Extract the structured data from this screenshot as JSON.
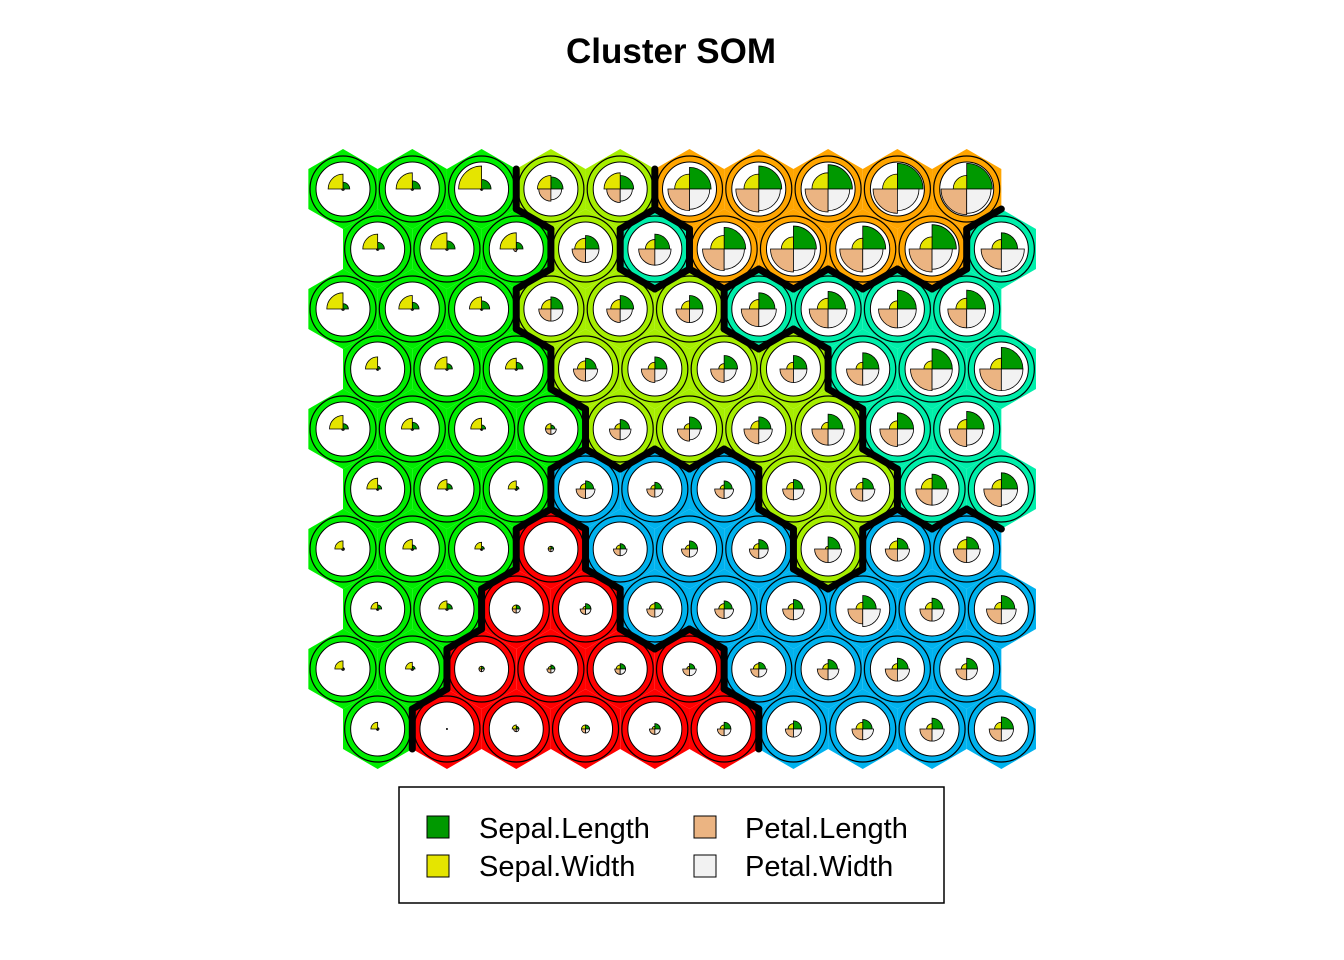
{
  "chart_data": {
    "type": "som-codes",
    "title": "Cluster SOM",
    "grid": {
      "xdim": 10,
      "ydim": 10,
      "topology": "hexagonal"
    },
    "variables": [
      "Sepal.Length",
      "Sepal.Width",
      "Petal.Length",
      "Petal.Width"
    ],
    "segment_colors": {
      "Sepal.Length": "#009900",
      "Sepal.Width": "#e5e500",
      "Petal.Length": "#ebb482",
      "Petal.Width": "#f2f2f2"
    },
    "cluster_colors": {
      "1": "#00ee00",
      "2": "#a6ee00",
      "3": "#ffa500",
      "4": "#00eeaa",
      "5": "#00b2ee",
      "6": "#ff0000"
    },
    "clusters_top_to_bottom": [
      [
        1,
        1,
        1,
        2,
        2,
        3,
        3,
        3,
        3,
        3
      ],
      [
        1,
        1,
        1,
        2,
        4,
        3,
        3,
        3,
        3,
        4
      ],
      [
        1,
        1,
        1,
        2,
        2,
        2,
        4,
        4,
        4,
        4
      ],
      [
        1,
        1,
        1,
        2,
        2,
        2,
        2,
        4,
        4,
        4
      ],
      [
        1,
        1,
        1,
        1,
        2,
        2,
        2,
        2,
        4,
        4
      ],
      [
        1,
        1,
        1,
        5,
        5,
        5,
        2,
        2,
        4,
        4
      ],
      [
        1,
        1,
        1,
        6,
        5,
        5,
        5,
        2,
        5,
        5
      ],
      [
        1,
        1,
        6,
        6,
        5,
        5,
        5,
        5,
        5,
        5
      ],
      [
        1,
        1,
        6,
        6,
        6,
        6,
        5,
        5,
        5,
        5
      ],
      [
        1,
        6,
        6,
        6,
        6,
        6,
        5,
        5,
        5,
        5
      ]
    ],
    "codes_top_to_bottom": [
      [
        [
          0.25,
          0.55,
          0.05,
          0.05
        ],
        [
          0.3,
          0.6,
          0.05,
          0.05
        ],
        [
          0.35,
          0.85,
          0.05,
          0.05
        ],
        [
          0.45,
          0.5,
          0.45,
          0.4
        ],
        [
          0.5,
          0.6,
          0.5,
          0.45
        ],
        [
          0.8,
          0.55,
          0.8,
          0.75
        ],
        [
          0.85,
          0.55,
          0.85,
          0.8
        ],
        [
          0.9,
          0.6,
          0.85,
          0.8
        ],
        [
          0.95,
          0.55,
          0.9,
          0.8
        ],
        [
          0.95,
          0.5,
          0.95,
          0.9
        ]
      ],
      [
        [
          0.25,
          0.55,
          0.05,
          0.05
        ],
        [
          0.3,
          0.6,
          0.05,
          0.05
        ],
        [
          0.25,
          0.6,
          0.1,
          0.05
        ],
        [
          0.5,
          0.4,
          0.5,
          0.5
        ],
        [
          0.55,
          0.35,
          0.6,
          0.6
        ],
        [
          0.8,
          0.5,
          0.8,
          0.75
        ],
        [
          0.85,
          0.45,
          0.85,
          0.8
        ],
        [
          0.85,
          0.4,
          0.85,
          0.75
        ],
        [
          0.9,
          0.45,
          0.85,
          0.75
        ],
        [
          0.6,
          0.35,
          0.75,
          0.85
        ]
      ],
      [
        [
          0.2,
          0.6,
          0.05,
          0.05
        ],
        [
          0.25,
          0.5,
          0.05,
          0.05
        ],
        [
          0.3,
          0.45,
          0.05,
          0.05
        ],
        [
          0.45,
          0.35,
          0.45,
          0.45
        ],
        [
          0.5,
          0.35,
          0.5,
          0.45
        ],
        [
          0.5,
          0.3,
          0.5,
          0.5
        ],
        [
          0.6,
          0.35,
          0.65,
          0.65
        ],
        [
          0.65,
          0.4,
          0.7,
          0.7
        ],
        [
          0.7,
          0.3,
          0.7,
          0.7
        ],
        [
          0.7,
          0.4,
          0.7,
          0.7
        ]
      ],
      [
        [
          0.1,
          0.45,
          0.05,
          0.05
        ],
        [
          0.2,
          0.45,
          0.05,
          0.05
        ],
        [
          0.25,
          0.4,
          0.05,
          0.05
        ],
        [
          0.4,
          0.3,
          0.45,
          0.45
        ],
        [
          0.45,
          0.25,
          0.5,
          0.45
        ],
        [
          0.5,
          0.2,
          0.5,
          0.45
        ],
        [
          0.5,
          0.25,
          0.5,
          0.5
        ],
        [
          0.6,
          0.25,
          0.6,
          0.6
        ],
        [
          0.75,
          0.3,
          0.8,
          0.75
        ],
        [
          0.8,
          0.4,
          0.8,
          0.8
        ]
      ],
      [
        [
          0.2,
          0.5,
          0.05,
          0.05
        ],
        [
          0.25,
          0.4,
          0.05,
          0.05
        ],
        [
          0.15,
          0.4,
          0.05,
          0.05
        ],
        [
          0.15,
          0.2,
          0.2,
          0.2
        ],
        [
          0.35,
          0.2,
          0.4,
          0.4
        ],
        [
          0.45,
          0.2,
          0.45,
          0.4
        ],
        [
          0.45,
          0.3,
          0.55,
          0.5
        ],
        [
          0.55,
          0.25,
          0.6,
          0.6
        ],
        [
          0.6,
          0.3,
          0.65,
          0.6
        ],
        [
          0.65,
          0.35,
          0.65,
          0.6
        ]
      ],
      [
        [
          0.15,
          0.4,
          0.05,
          0.05
        ],
        [
          0.2,
          0.35,
          0.05,
          0.05
        ],
        [
          0.1,
          0.3,
          0.05,
          0.05
        ],
        [
          0.3,
          0.2,
          0.35,
          0.35
        ],
        [
          0.25,
          0.15,
          0.3,
          0.3
        ],
        [
          0.3,
          0.15,
          0.35,
          0.35
        ],
        [
          0.35,
          0.25,
          0.4,
          0.4
        ],
        [
          0.4,
          0.25,
          0.45,
          0.45
        ],
        [
          0.55,
          0.4,
          0.6,
          0.6
        ],
        [
          0.6,
          0.35,
          0.65,
          0.6
        ]
      ],
      [
        [
          0.05,
          0.3,
          0.05,
          0.05
        ],
        [
          0.15,
          0.35,
          0.05,
          0.05
        ],
        [
          0.1,
          0.25,
          0.05,
          0.05
        ],
        [
          0.1,
          0.1,
          0.1,
          0.1
        ],
        [
          0.2,
          0.15,
          0.25,
          0.25
        ],
        [
          0.3,
          0.15,
          0.3,
          0.3
        ],
        [
          0.35,
          0.2,
          0.35,
          0.35
        ],
        [
          0.45,
          0.1,
          0.5,
          0.5
        ],
        [
          0.4,
          0.3,
          0.45,
          0.45
        ],
        [
          0.45,
          0.35,
          0.5,
          0.5
        ]
      ],
      [
        [
          0.15,
          0.25,
          0.05,
          0.05
        ],
        [
          0.2,
          0.3,
          0.05,
          0.05
        ],
        [
          0.15,
          0.15,
          0.15,
          0.15
        ],
        [
          0.2,
          0.1,
          0.2,
          0.2
        ],
        [
          0.25,
          0.2,
          0.3,
          0.3
        ],
        [
          0.3,
          0.2,
          0.35,
          0.35
        ],
        [
          0.35,
          0.2,
          0.4,
          0.4
        ],
        [
          0.5,
          0.25,
          0.55,
          0.65
        ],
        [
          0.4,
          0.25,
          0.45,
          0.45
        ],
        [
          0.5,
          0.25,
          0.55,
          0.55
        ]
      ],
      [
        [
          0.05,
          0.3,
          0.05,
          0.05
        ],
        [
          0.1,
          0.25,
          0.05,
          0.05
        ],
        [
          0.1,
          0.1,
          0.1,
          0.1
        ],
        [
          0.15,
          0.1,
          0.15,
          0.15
        ],
        [
          0.2,
          0.15,
          0.2,
          0.2
        ],
        [
          0.2,
          0.1,
          0.25,
          0.25
        ],
        [
          0.25,
          0.2,
          0.3,
          0.3
        ],
        [
          0.35,
          0.2,
          0.4,
          0.4
        ],
        [
          0.4,
          0.2,
          0.45,
          0.45
        ],
        [
          0.4,
          0.2,
          0.4,
          0.4
        ]
      ],
      [
        [
          0.05,
          0.25,
          0.05,
          0.05
        ],
        [
          0.02,
          0.02,
          0.02,
          0.02
        ],
        [
          0.1,
          0.15,
          0.1,
          0.1
        ],
        [
          0.15,
          0.15,
          0.15,
          0.15
        ],
        [
          0.2,
          0.1,
          0.2,
          0.2
        ],
        [
          0.25,
          0.15,
          0.25,
          0.25
        ],
        [
          0.3,
          0.2,
          0.3,
          0.3
        ],
        [
          0.35,
          0.25,
          0.4,
          0.4
        ],
        [
          0.4,
          0.2,
          0.45,
          0.45
        ],
        [
          0.45,
          0.25,
          0.45,
          0.45
        ]
      ]
    ],
    "legend": {
      "placement": "bottom",
      "columns": [
        [
          "Sepal.Length",
          "Sepal.Width"
        ],
        [
          "Petal.Length",
          "Petal.Width"
        ]
      ]
    }
  }
}
